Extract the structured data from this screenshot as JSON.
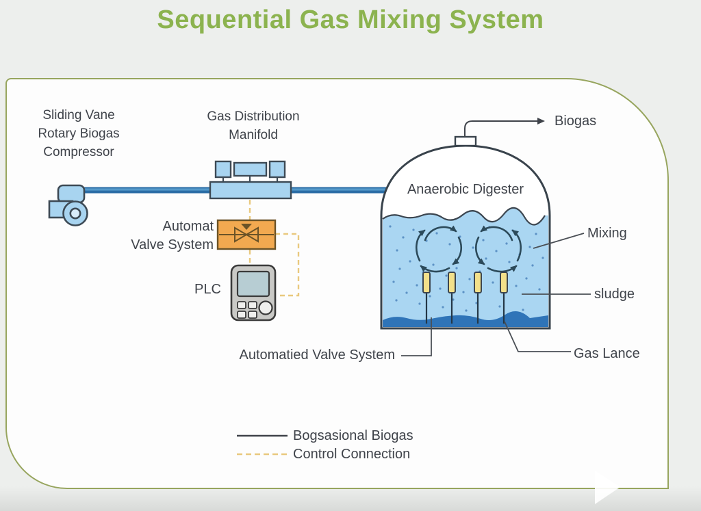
{
  "title": "Sequential Gas Mixing System",
  "labels": {
    "compressor": {
      "lines": [
        "Sliding Vane",
        "Rotary Biogas",
        "Compressor"
      ]
    },
    "manifold": {
      "lines": [
        "Gas Distribution",
        "Manifold"
      ]
    },
    "valve": {
      "lines": [
        "Automat",
        "Valve System"
      ]
    },
    "plc": "PLC",
    "digester": "Anaerobic Digester",
    "biogas": "Biogas",
    "mixing": "Mixing",
    "sludge": "sludge",
    "gas_lance": "Gas Lance",
    "automated_valve": "Automatied Valve System"
  },
  "legend": {
    "items": [
      {
        "label": "Bogsasional Biogas",
        "line_style": "solid"
      },
      {
        "label": "Control Connection",
        "line_style": "dashed"
      }
    ]
  },
  "colors": {
    "title_green": "#8cb34f",
    "border_green": "#97a55e",
    "pipe_blue": "#2b6da6",
    "component_light_blue": "#a8d4f0",
    "liquid_blue": "#aad6f2",
    "sludge_blue": "#2f74b8",
    "valve_orange": "#f2a950",
    "control_dashed_tan": "#e9c97e",
    "lance_yellow": "#f2e08a",
    "text_dark": "#3f434a"
  }
}
